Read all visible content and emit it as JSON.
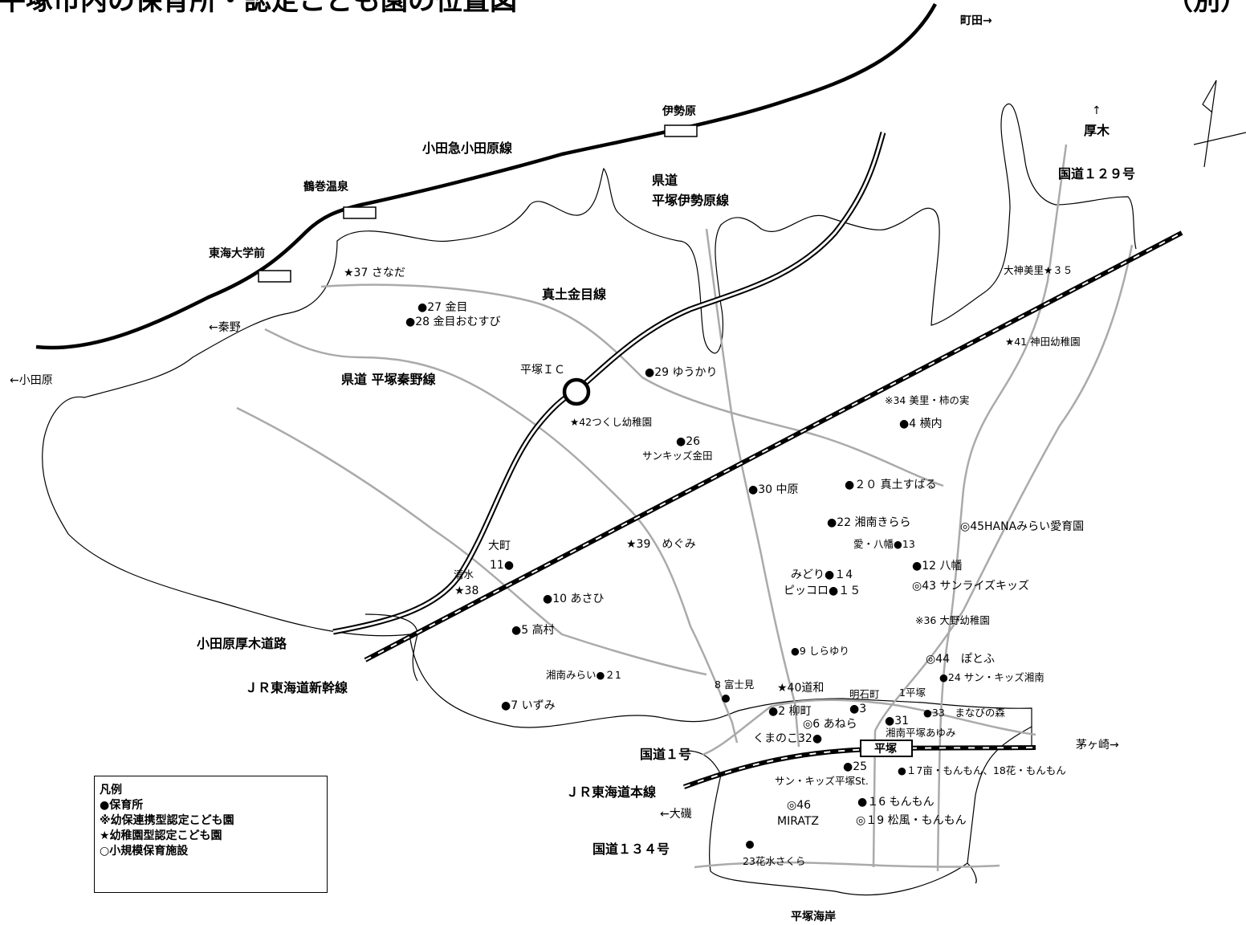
{
  "title_fragment": "平塚市内の保育所・認定こども園の位置図",
  "corner_fragment": "（別）",
  "places": {
    "machida": "町田→",
    "atsugi_arrow": "↑",
    "atsugi": "厚木",
    "odawara": "←小田原",
    "hadano": "←秦野",
    "chigasaki": "茅ヶ崎→",
    "oiso": "←大磯",
    "hiratsuka_coast": "平塚海岸"
  },
  "stations": {
    "isehara": "伊勢原",
    "tsurumaki": "鶴巻温泉",
    "tokai": "東海大学前",
    "hiratsuka": "平塚"
  },
  "roads": {
    "odakyu": "小田急小田原線",
    "kendo_hiratsuka_isehara_1": "県道",
    "kendo_hiratsuka_isehara_2": "平塚伊勢原線",
    "route129": "国道１２９号",
    "matsuchi_kaneme": "真土金目線",
    "hiratsuka_ic": "平塚ＩＣ",
    "hiratsuka_hadano": "県道 平塚秦野線",
    "odawara_atsugi": "小田原厚木道路",
    "shinkansen": "ＪＲ東海道新幹線",
    "route1": "国道１号",
    "tokaido": "ＪＲ東海道本線",
    "route134": "国道１３４号"
  },
  "facilities": [
    "★37 さなだ",
    "●27 金目",
    "●28 金目おむすび",
    "●29 ゆうかり",
    "★42つくし幼稚園",
    "●26",
    "サンキッズ金田",
    "大神美里★３５",
    "★41 神田幼稚園",
    "※34 美里・柿の実",
    "●4 横内",
    "●２０ 真土すばる",
    "●30 中原",
    "●22 湘南きらら",
    "◎45HANAみらい愛育園",
    "愛・八幡●13",
    "●12 八幡",
    "みどり●１4",
    "ピッコロ●１５",
    "◎43 サンライズキッズ",
    "※36 大野幼稚園",
    "★39　めぐみ",
    "大町",
    "11●",
    "清水",
    "★38",
    "●10 あさひ",
    "●5 高村",
    "●9 しらゆり",
    "◎44　ぽとふ",
    "●24 サン・キッズ湘南",
    "湘南みらい●２1",
    "8 富士見",
    "★40道和",
    "明石町",
    "1平塚",
    "●2 柳町",
    "●3",
    "●31",
    "●33　まなびの森",
    "◎6 あねら",
    "湘南平塚あゆみ",
    "●7 いずみ",
    "くまのこ32●",
    "●25",
    "サン・キッズ平塚St.",
    "●１7亩・もんもん、18花・もんもん",
    "◎46",
    "MIRATZ",
    "●１6 もんもん",
    "◎１9 松風・もんもん",
    "23花水さくら"
  ],
  "legend": {
    "title": "凡例",
    "items": [
      "●保育所",
      "※幼保連携型認定こども園",
      "★幼稚園型認定こども園",
      "○小規模保育施設"
    ]
  }
}
